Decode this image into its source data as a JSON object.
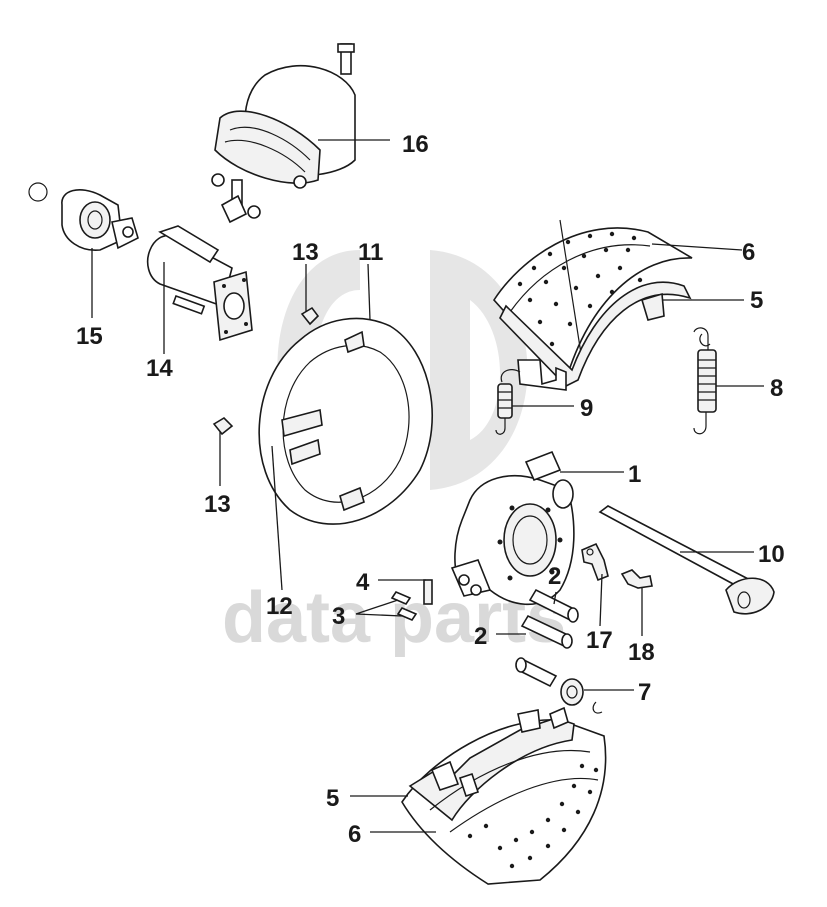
{
  "watermark": {
    "text": "data parts",
    "color": "#d9d9d9"
  },
  "labels": {
    "l1": "1",
    "l2a": "2",
    "l2b": "2",
    "l3": "3",
    "l4": "4",
    "l5a": "5",
    "l5b": "5",
    "l6a": "6",
    "l6b": "6",
    "l7": "7",
    "l8": "8",
    "l9": "9",
    "l10": "10",
    "l11": "11",
    "l12": "12",
    "l13a": "13",
    "l13b": "13",
    "l14": "14",
    "l15": "15",
    "l16": "16",
    "l17": "17",
    "l18": "18"
  },
  "colors": {
    "line": "#1a1a1a",
    "background": "#ffffff"
  }
}
